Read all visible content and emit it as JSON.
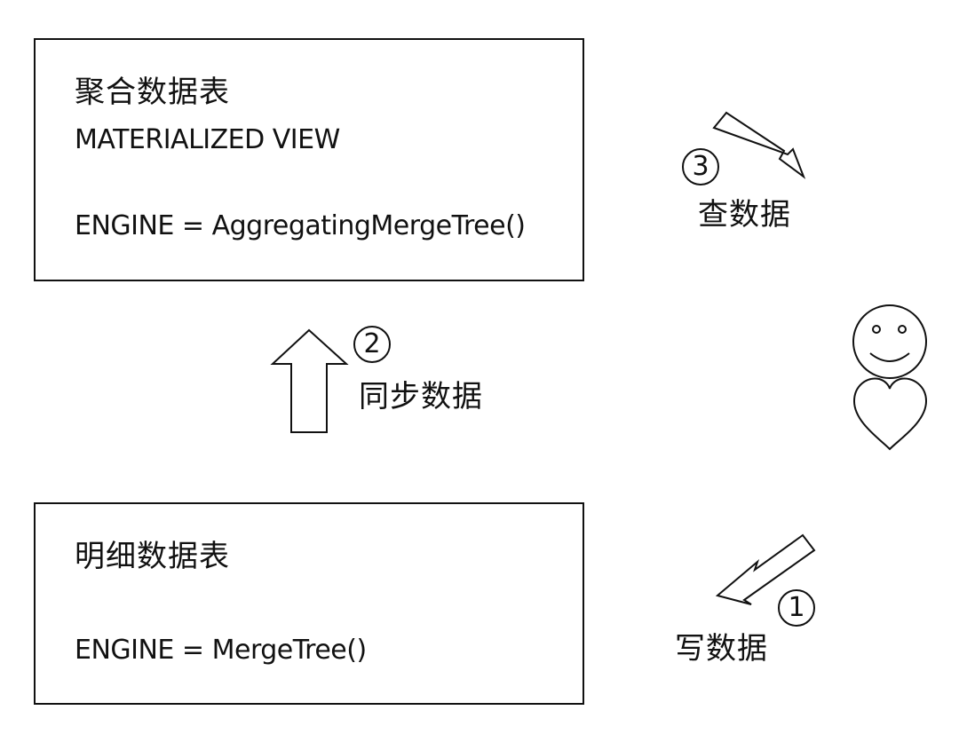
{
  "aggregate_table": {
    "title": "聚合数据表",
    "view_type": "MATERIALIZED VIEW",
    "engine": "ENGINE = AggregatingMergeTree()"
  },
  "detail_table": {
    "title": "明细数据表",
    "engine": "ENGINE = MergeTree()"
  },
  "steps": [
    {
      "number": "1",
      "label": "写数据"
    },
    {
      "number": "2",
      "label": "同步数据"
    },
    {
      "number": "3",
      "label": "查数据"
    }
  ],
  "icons": {
    "user": "smiley-heart-icon",
    "arrow_up": "arrow-up-icon",
    "arrow_down_left": "arrow-down-left-icon",
    "arrow_down_right": "arrow-down-right-icon"
  },
  "colors": {
    "stroke": "#111111",
    "background": "#ffffff"
  }
}
